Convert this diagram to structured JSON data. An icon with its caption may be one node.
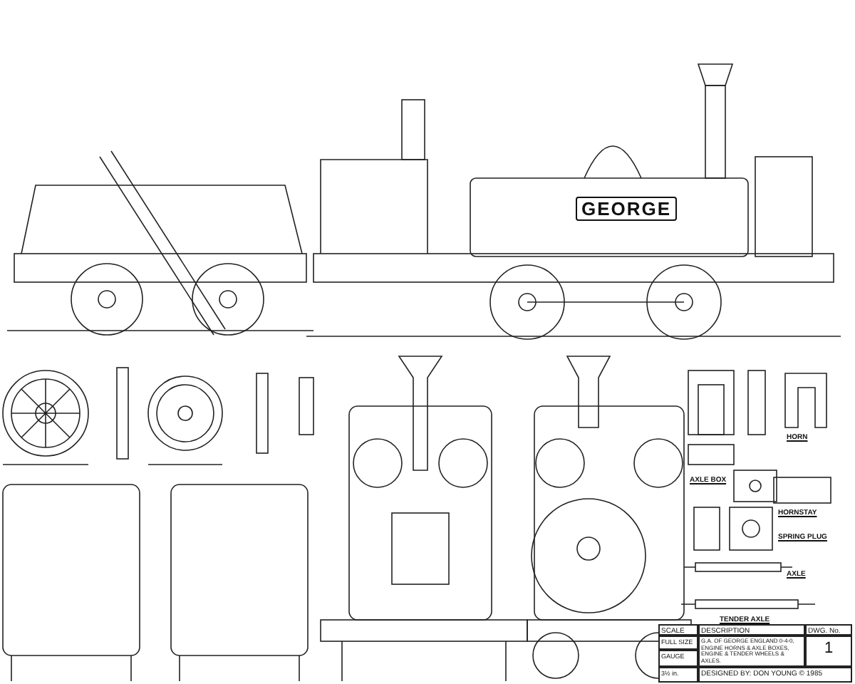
{
  "diagram": {
    "labels": [
      "GEORGE",
      "HORN",
      "AXLE BOX",
      "HORNSTAY",
      "SPRING PLUG",
      "AXLE",
      "TENDER AXLE",
      "SCALE",
      "DESCRIPTION",
      "DWG. No.",
      "FULL SIZE",
      "G.A. OF GEORGE ENGLAND 0-4-0, ENGINE HORNS & AXLE BOXES, ENGINE & TENDER WHEELS & AXLES.",
      "1",
      "GAUGE",
      "3½ in.",
      "DESIGNED BY: DON YOUNG © 1985"
    ]
  }
}
